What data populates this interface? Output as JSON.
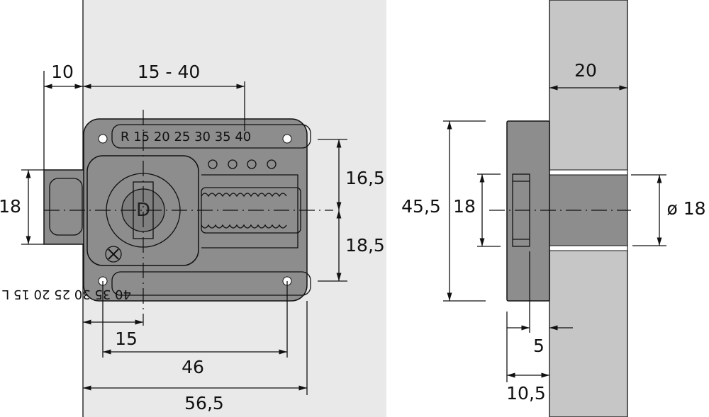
{
  "front_view": {
    "dimensions": {
      "bolt_offset": "10",
      "backset_range": "15 - 40",
      "bolt_height": "18",
      "upper_offset": "16,5",
      "lower_offset": "18,5",
      "cylinder_offset": "15",
      "hole_spacing": "46",
      "overall_width": "56,5"
    },
    "scale_top": "R 15 20 25 30 35 40",
    "scale_bottom": "40 35 30 25 20 15 L",
    "cylinder_letter": "D"
  },
  "side_view": {
    "dimensions": {
      "panel_thickness": "20",
      "overall_height": "45,5",
      "bolt_height": "18",
      "bolt_diameter": "ø 18",
      "slot_depth": "5",
      "flange_depth": "10,5"
    }
  },
  "colors": {
    "panel": "#e9e9e9",
    "wood": "#c6c6c6",
    "metal": "#8d8d8d"
  }
}
